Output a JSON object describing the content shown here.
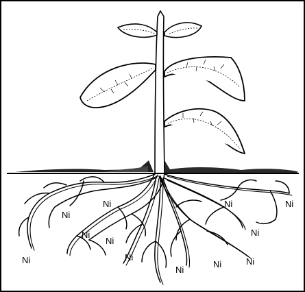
{
  "diagram": {
    "colors": {
      "ink": "#000000",
      "soil": "#2a2a2a",
      "background": "#ffffff"
    },
    "labels": [
      "Ni",
      "Ni",
      "Ni",
      "Ni",
      "Ni",
      "Ni",
      "Ni",
      "Ni",
      "Ni",
      "Ni",
      "Ni",
      "Ni"
    ]
  }
}
